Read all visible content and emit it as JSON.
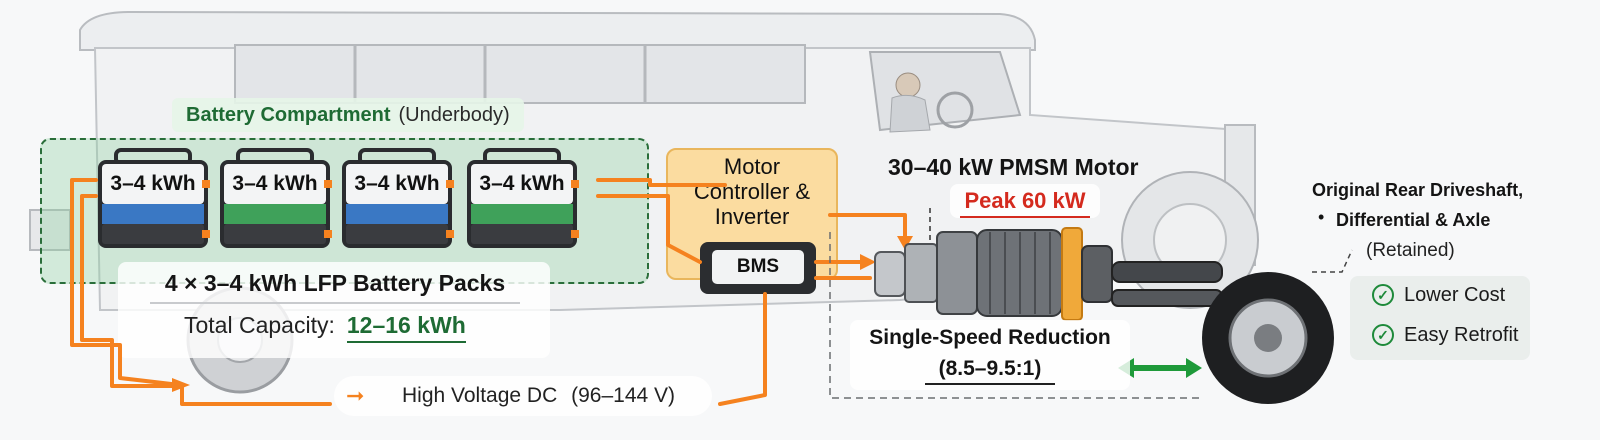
{
  "battery_compartment": {
    "title_bold": "Battery Compartment",
    "title_note": "(Underbody)"
  },
  "battery_packs": [
    {
      "label": "3–4 kWh",
      "color": "#3a78c4"
    },
    {
      "label": "3–4 kWh",
      "color": "#3fa15a"
    },
    {
      "label": "3–4 kWh",
      "color": "#3a78c4"
    },
    {
      "label": "3–4 kWh",
      "color": "#3fa15a"
    }
  ],
  "pack_summary": {
    "heading": "4 × 3–4 kWh LFP Battery Packs",
    "capacity_label": "Total Capacity:",
    "capacity_value": "12–16 kWh"
  },
  "controller": {
    "line1": "Motor",
    "line2": "Controller &",
    "line3": "Inverter"
  },
  "bms": {
    "label": "BMS"
  },
  "hv_dc": {
    "label": "High Voltage DC",
    "range": "(96–144 V)"
  },
  "motor": {
    "title": "30–40 kW PMSM Motor",
    "peak": "Peak 60 kW"
  },
  "reduction": {
    "title": "Single-Speed Reduction",
    "ratio": "(8.5–9.5:1)"
  },
  "driveshaft": {
    "line1": "Original Rear Driveshaft,",
    "line2": "Differential & Axle",
    "line3": "(Retained)"
  },
  "benefits": [
    {
      "label": "Lower Cost",
      "icon": "check-circle-icon"
    },
    {
      "label": "Easy Retrofit",
      "icon": "check-circle-icon"
    }
  ],
  "colors": {
    "accent_green": "#1e7a3a",
    "accent_red": "#d42a1e",
    "cable_orange": "#f5821f",
    "controller_fill": "#fbdca0"
  }
}
